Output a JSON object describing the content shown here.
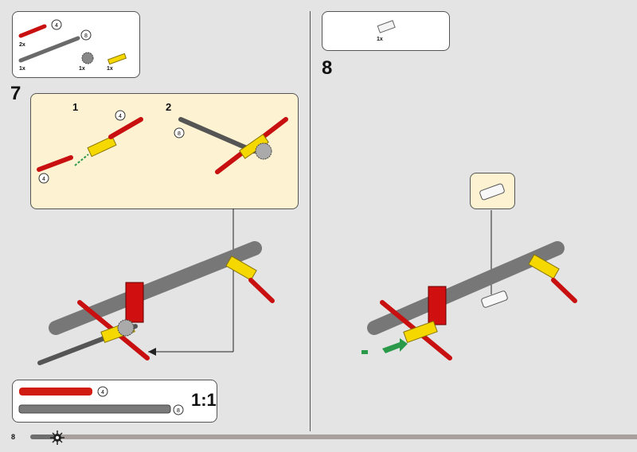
{
  "page": {
    "number": "8",
    "progress_percent": 4.5
  },
  "step7": {
    "number": "7",
    "parts": [
      {
        "name": "axle-4-red",
        "length": "4",
        "qty": "2x"
      },
      {
        "name": "axle-8-grey",
        "length": "8",
        "qty": "1x"
      },
      {
        "name": "gear-grey",
        "qty": "1x"
      },
      {
        "name": "connector-yellow",
        "qty": "1x"
      }
    ],
    "substeps": [
      {
        "number": "1",
        "labels": [
          "4",
          "4"
        ]
      },
      {
        "number": "2",
        "labels": [
          "8"
        ]
      }
    ]
  },
  "step8": {
    "number": "8",
    "parts": [
      {
        "name": "bush-white",
        "qty": "1x"
      }
    ]
  },
  "ruler": {
    "scale": "1:1",
    "items": [
      {
        "length": "4"
      },
      {
        "length": "8"
      }
    ]
  },
  "colors": {
    "red": "#d01010",
    "grey": "#6e6e6e",
    "yellow": "#f5d800",
    "callout": "#fdf2d2",
    "background": "#e4e4e4"
  }
}
